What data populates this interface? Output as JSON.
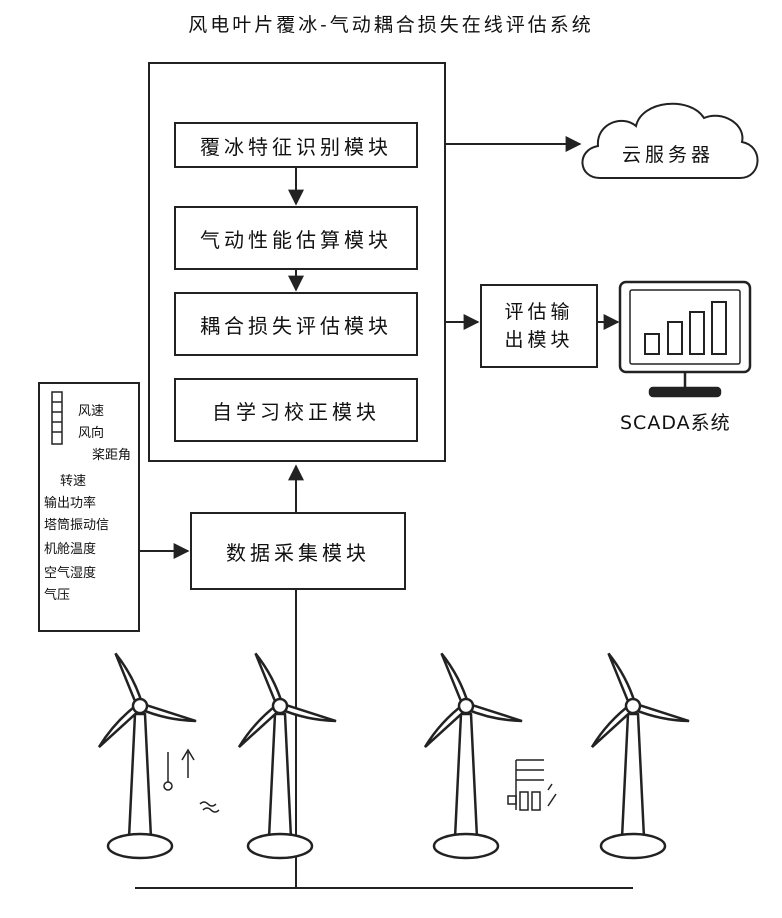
{
  "title": "风电叶片覆冰-气动耦合损失在线评估系统",
  "modules": {
    "ice_recognition": "覆冰特征识别模块",
    "aero_estimation": "气动性能估算模块",
    "loss_assessment": "耦合损失评估模块",
    "self_learning": "自学习校正模块",
    "data_acquisition": "数据采集模块",
    "assessment_output": "评估输出模块",
    "assessment_output_line1": "评估输",
    "assessment_output_line2": "出模块"
  },
  "cloud_server": "云服务器",
  "scada_system": "SCADA系统",
  "sensors": [
    "风速",
    "风向",
    "桨距角",
    "转速",
    "输出功率",
    "塔筒振动信",
    "机舱温度",
    "空气湿度",
    "气压"
  ]
}
